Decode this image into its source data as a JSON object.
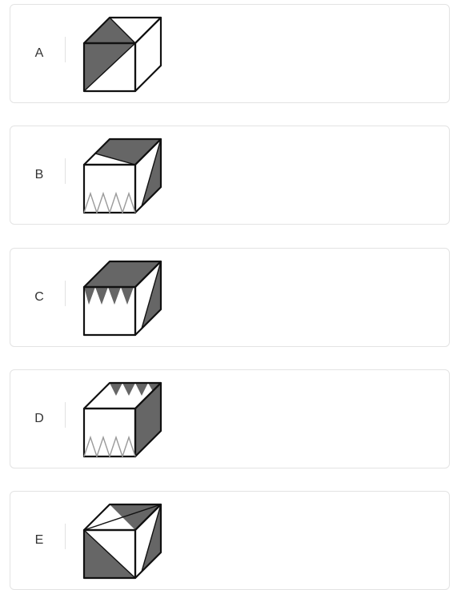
{
  "options": [
    {
      "label": "A",
      "icon": "cube-option-a-icon"
    },
    {
      "label": "B",
      "icon": "cube-option-b-icon"
    },
    {
      "label": "C",
      "icon": "cube-option-c-icon"
    },
    {
      "label": "D",
      "icon": "cube-option-d-icon"
    },
    {
      "label": "E",
      "icon": "cube-option-e-icon"
    }
  ],
  "colors": {
    "shade": "#666666",
    "stroke": "#111111",
    "zigzag_light": "#9a9a9a",
    "card_border": "#e3e3e3"
  }
}
